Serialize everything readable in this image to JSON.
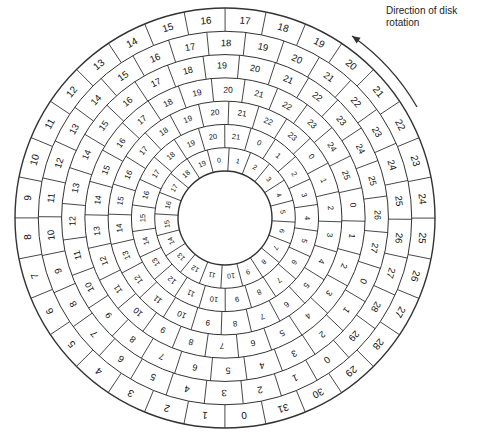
{
  "diagram": {
    "labels": [
      "0",
      "1",
      "2",
      "3",
      "4",
      "5",
      "6",
      "7",
      "8",
      "9",
      "10",
      "11",
      "12",
      "13",
      "14",
      "15",
      "16",
      "17",
      "18",
      "19",
      "20",
      "21",
      "22",
      "23",
      "24",
      "25",
      "26",
      "27",
      "28",
      "29",
      "30",
      "31",
      "0",
      "1",
      "2",
      "3",
      "4",
      "5",
      "6",
      "7",
      "8",
      "9",
      "10",
      "11",
      "12",
      "13",
      "14",
      "15",
      "16",
      "17",
      "18",
      "19",
      "20",
      "21",
      "22",
      "23",
      "24",
      "25",
      "26",
      "27",
      "28",
      "29",
      "0",
      "1",
      "2",
      "3",
      "4",
      "5",
      "6",
      "7",
      "8",
      "9",
      "10",
      "11",
      "12",
      "13",
      "14",
      "15",
      "16",
      "17",
      "18",
      "19",
      "20",
      "21",
      "22",
      "23",
      "24",
      "25",
      "26",
      "27",
      "0",
      "1",
      "2",
      "3",
      "4",
      "5",
      "6",
      "7",
      "8",
      "9",
      "10",
      "11",
      "12",
      "13",
      "14",
      "15",
      "16",
      "17",
      "18",
      "19",
      "20",
      "21",
      "22",
      "23",
      "24",
      "25",
      "0",
      "1",
      "2",
      "3",
      "4",
      "5",
      "6",
      "7",
      "8",
      "9",
      "10",
      "11",
      "12",
      "13",
      "14",
      "15",
      "16",
      "17",
      "18",
      "19",
      "20",
      "21",
      "22",
      "23",
      "0",
      "1",
      "2",
      "3",
      "4",
      "5",
      "6",
      "7",
      "8",
      "9",
      "10",
      "11",
      "12",
      "13",
      "14",
      "15",
      "16",
      "17",
      "18",
      "19",
      "20",
      "21",
      "0",
      "1",
      "2",
      "3",
      "4",
      "5",
      "6",
      "7",
      "8",
      "9",
      "10",
      "11",
      "12",
      "13",
      "14",
      "15",
      "16",
      "17",
      "18",
      "19",
      "Direction of disk rotation"
    ]
  }
}
